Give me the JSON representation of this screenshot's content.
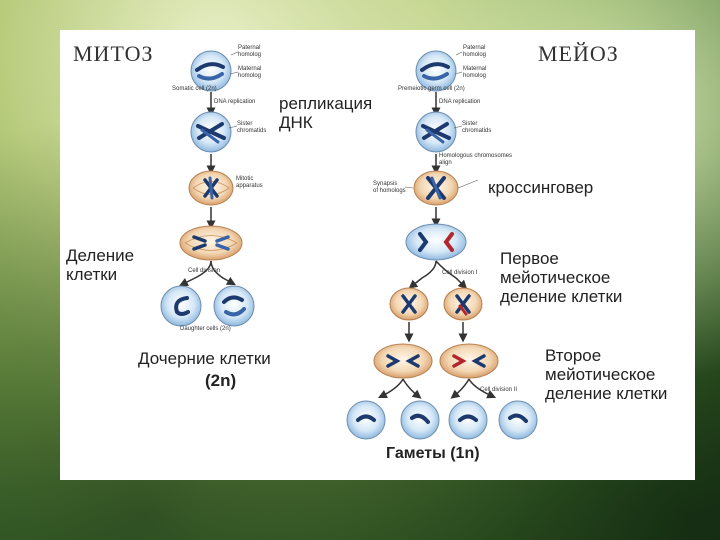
{
  "mitosis": {
    "title": "МИТОЗ",
    "label_paternal": "Paternal\nhomolog",
    "label_maternal": "Maternal\nhomolog",
    "somatic_cell": "Somatic cell (2n)",
    "dna_replication": "DNA replication",
    "sister_chromatids": "Sister\nchromatids",
    "mitotic_apparatus": "Mitotic\napparatus",
    "cell_division": "Cell division",
    "daughter_cells": "Daughter cells (2n)"
  },
  "meiosis": {
    "title": "МЕЙОЗ",
    "label_paternal": "Paternal\nhomolog",
    "label_maternal": "Maternal\nhomolog",
    "germ_cell": "Premeiotic germ cell (2n)",
    "dna_replication": "DNA replication",
    "sister_chromatids": "Sister\nchromatids",
    "homologs_align": "Homologous chromosomes\nalign",
    "synapsis": "Synapsis\nof homologs",
    "cell_division_1": "Cell division I",
    "cell_division_2": "Cell division II"
  },
  "annotations": {
    "replication": "репликация\nДНК",
    "crossing_over": "кроссинговер",
    "cell_division": "Деление\nклетки",
    "daughter_cells": "Дочерние клетки",
    "daughter_ploidy": "(2n)",
    "first_division": "Первое\nмейотическое\nделение клетки",
    "second_division": "Второе\nмейотическое\nделение клетки",
    "gametes": "Гаметы  (1n)"
  }
}
